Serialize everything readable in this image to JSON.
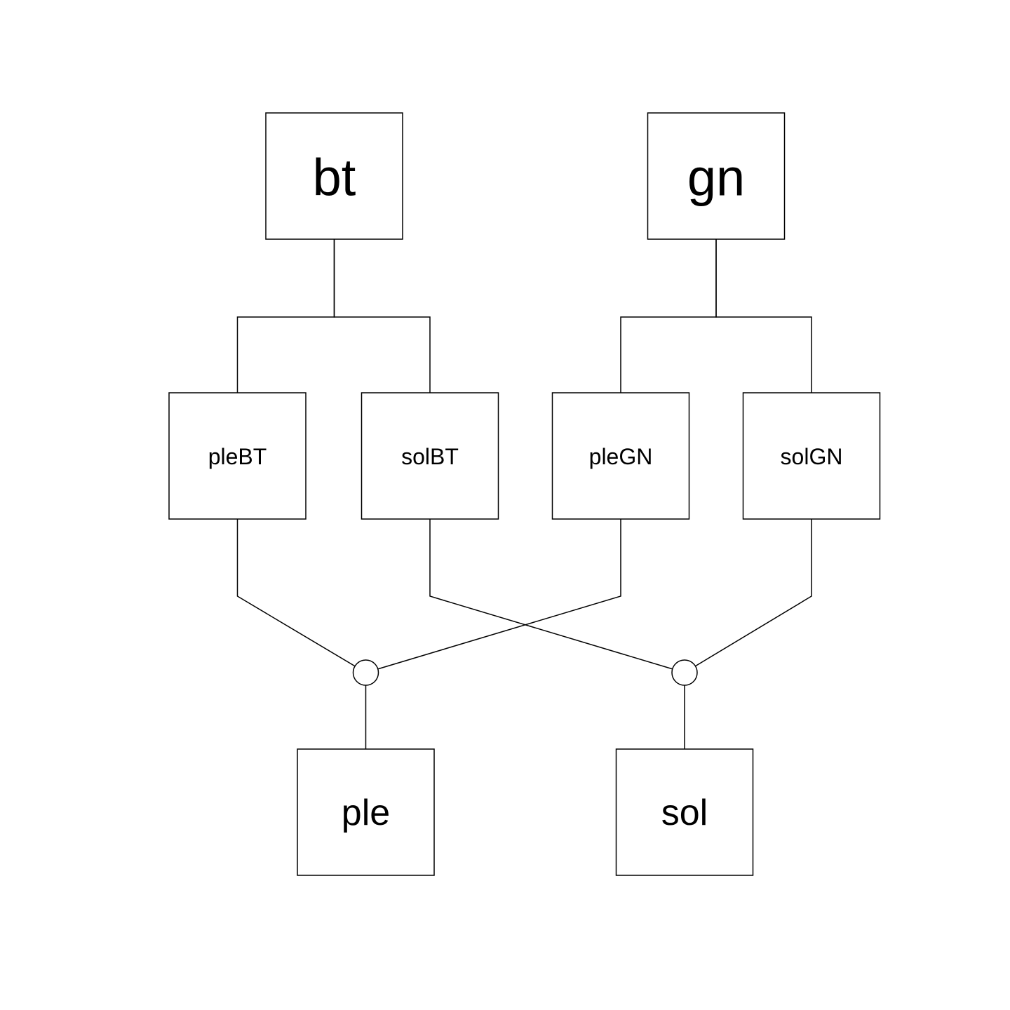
{
  "canvas": {
    "background_color": "#ffffff",
    "line_color": "#000000",
    "text_color": "#000000"
  },
  "diagram": {
    "type": "path-diagram",
    "nodes": {
      "bt": {
        "label": "bt",
        "shape": "square",
        "row": "top"
      },
      "gn": {
        "label": "gn",
        "shape": "square",
        "row": "top"
      },
      "pleBT": {
        "label": "pleBT",
        "shape": "square",
        "row": "middle"
      },
      "solBT": {
        "label": "solBT",
        "shape": "square",
        "row": "middle"
      },
      "pleGN": {
        "label": "pleGN",
        "shape": "square",
        "row": "middle"
      },
      "solGN": {
        "label": "solGN",
        "shape": "square",
        "row": "middle"
      },
      "ple": {
        "label": "ple",
        "shape": "square",
        "row": "bottom"
      },
      "sol": {
        "label": "sol",
        "shape": "square",
        "row": "bottom"
      }
    },
    "junctions": [
      {
        "name": "junction-ple",
        "shape": "circle",
        "feeds": "ple"
      },
      {
        "name": "junction-sol",
        "shape": "circle",
        "feeds": "sol"
      }
    ],
    "edges": [
      {
        "from": "bt",
        "to": "pleBT"
      },
      {
        "from": "bt",
        "to": "solBT"
      },
      {
        "from": "gn",
        "to": "pleGN"
      },
      {
        "from": "gn",
        "to": "solGN"
      },
      {
        "from": "pleBT",
        "to": "junction-ple"
      },
      {
        "from": "pleGN",
        "to": "junction-ple"
      },
      {
        "from": "solBT",
        "to": "junction-sol"
      },
      {
        "from": "solGN",
        "to": "junction-sol"
      },
      {
        "from": "junction-ple",
        "to": "ple"
      },
      {
        "from": "junction-sol",
        "to": "sol"
      }
    ]
  }
}
